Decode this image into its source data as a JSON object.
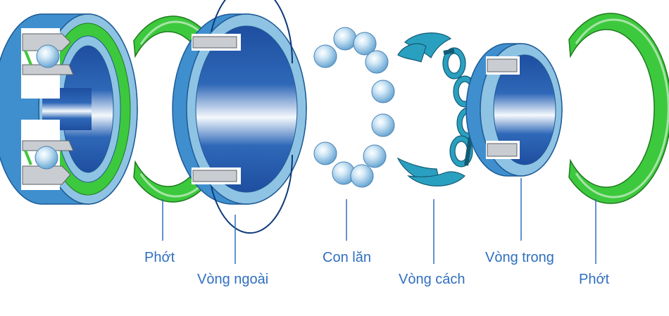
{
  "labels": {
    "seal_left": "Phớt",
    "outer_ring": "Vòng ngoài",
    "rolling_elements": "Con lăn",
    "cage": "Vòng cách",
    "inner_ring": "Vòng trong",
    "seal_right": "Phớt"
  },
  "colors": {
    "ring_blue": "#3f8fce",
    "ring_light": "#8fc3e3",
    "ring_dark": "#1f4fa0",
    "seal_green": "#3dc93d",
    "seal_light": "#a7e4a7",
    "cage_teal": "#2aa0c0",
    "ball": "#a9d2ec",
    "leader": "#2f6fc0",
    "label": "#2f6fc0"
  }
}
